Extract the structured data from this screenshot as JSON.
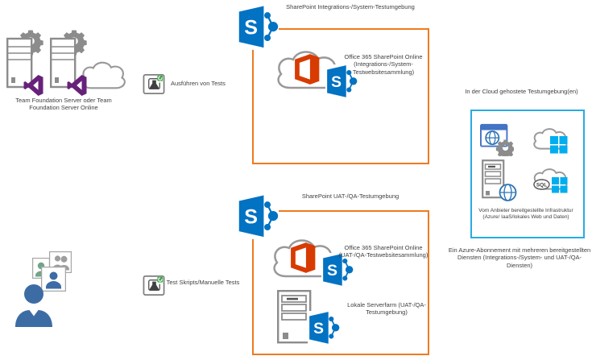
{
  "labels": {
    "tfs": "Team Foundation Server oder Team Foundation Server Online",
    "run_tests": "Ausführen von Tests",
    "manual_tests": "Test Skripts/Manuelle Tests"
  },
  "integration_env": {
    "title": "SharePoint Integrations-/System-Testumgebung",
    "office": "Office 365 SharePoint Online (Integrations-/System-Testwebsitesammlung)"
  },
  "uat_env": {
    "title": "SharePoint UAT-/QA-Testumgebung",
    "office": "Office 365 SharePoint Online (UAT-/QA-Testwebsitesammlung)",
    "farm": "Lokale Serverfarm (UAT-/QA-Testumgebung)"
  },
  "cloud_env": {
    "title": "In der Cloud gehostete Testumgebung(en)",
    "infrastructure": "Vom Anbieter bereitgestellte Infrastruktur (Azure/ IaaS/lokales Web und Daten)",
    "subscription": "Ein Azure-Abonnement mit mehreren bereitgestellten Diensten (Integrations-/System- und UAT-/QA-Diensten)"
  },
  "icons": {
    "sharepoint_letter": "S",
    "sql_label": "SQL"
  },
  "colors": {
    "orange_border": "#EE7B20",
    "cyan_border": "#29ABE2",
    "sharepoint_blue": "#0272C3",
    "office_orange": "#D83B01",
    "azure_cyan": "#00ADEF",
    "vs_purple": "#68217A",
    "person_blue": "#3D6CA5",
    "person_green": "#71A489",
    "icon_gray": "#8C8C8C",
    "globe_blue": "#2E75B6"
  }
}
